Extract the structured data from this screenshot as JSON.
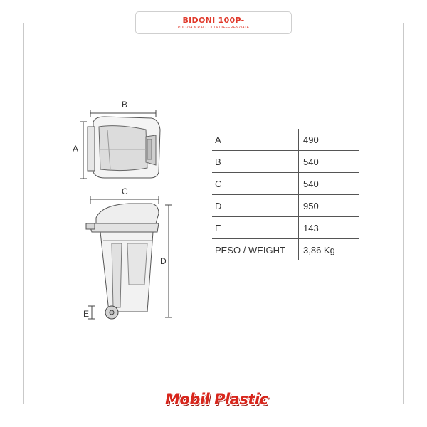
{
  "header": {
    "title": "BIDONI 100P-",
    "subtitle": "PULIZIA & RACCOLTA DIFFERENZIATA"
  },
  "drawing_labels": {
    "a": "A",
    "b": "B",
    "c": "C",
    "d": "D",
    "e": "E"
  },
  "specs": [
    {
      "label": "A",
      "value": "490"
    },
    {
      "label": "B",
      "value": "540"
    },
    {
      "label": "C",
      "value": "540"
    },
    {
      "label": "D",
      "value": "950"
    },
    {
      "label": "E",
      "value": "143"
    },
    {
      "label": "PESO / WEIGHT",
      "value": "3,86 Kg"
    }
  ],
  "brand": {
    "logo_text": "Mobil Plastic",
    "color": "#d8261c"
  },
  "colors": {
    "accent": "#e0392b",
    "line": "#555555",
    "frame": "#c9c9c9"
  }
}
